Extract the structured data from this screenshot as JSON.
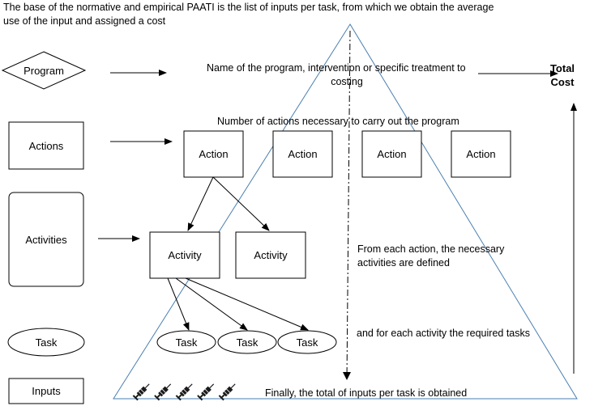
{
  "header": {
    "line1": "The base of the normative and empirical PAATI is the list of inputs per task, from which we obtain the average",
    "line2": "use of the input and assigned a cost"
  },
  "legend": {
    "program": "Program",
    "actions": "Actions",
    "activities": "Activities",
    "task": "Task",
    "inputs": "Inputs"
  },
  "notes": {
    "program_line1": "Name of the program, intervention or specific treatment to",
    "program_line2": "costing",
    "actions": "Number of actions necessary to carry out the program",
    "activities_line1": "From each action, the necessary",
    "activities_line2": "activities are defined",
    "tasks": "and for each activity the required tasks",
    "inputs": "Finally, the total of inputs per task is obtained"
  },
  "total_cost": {
    "line1": "Total",
    "line2": "Cost"
  },
  "nodes": {
    "actions": [
      "Action",
      "Action",
      "Action",
      "Action"
    ],
    "activities": [
      "Activity",
      "Activity"
    ],
    "tasks": [
      "Task",
      "Task",
      "Task"
    ]
  },
  "icons": {
    "input": "syringe-icon",
    "input_count": 5
  },
  "colors": {
    "pyramid": "#4a7fb0"
  }
}
